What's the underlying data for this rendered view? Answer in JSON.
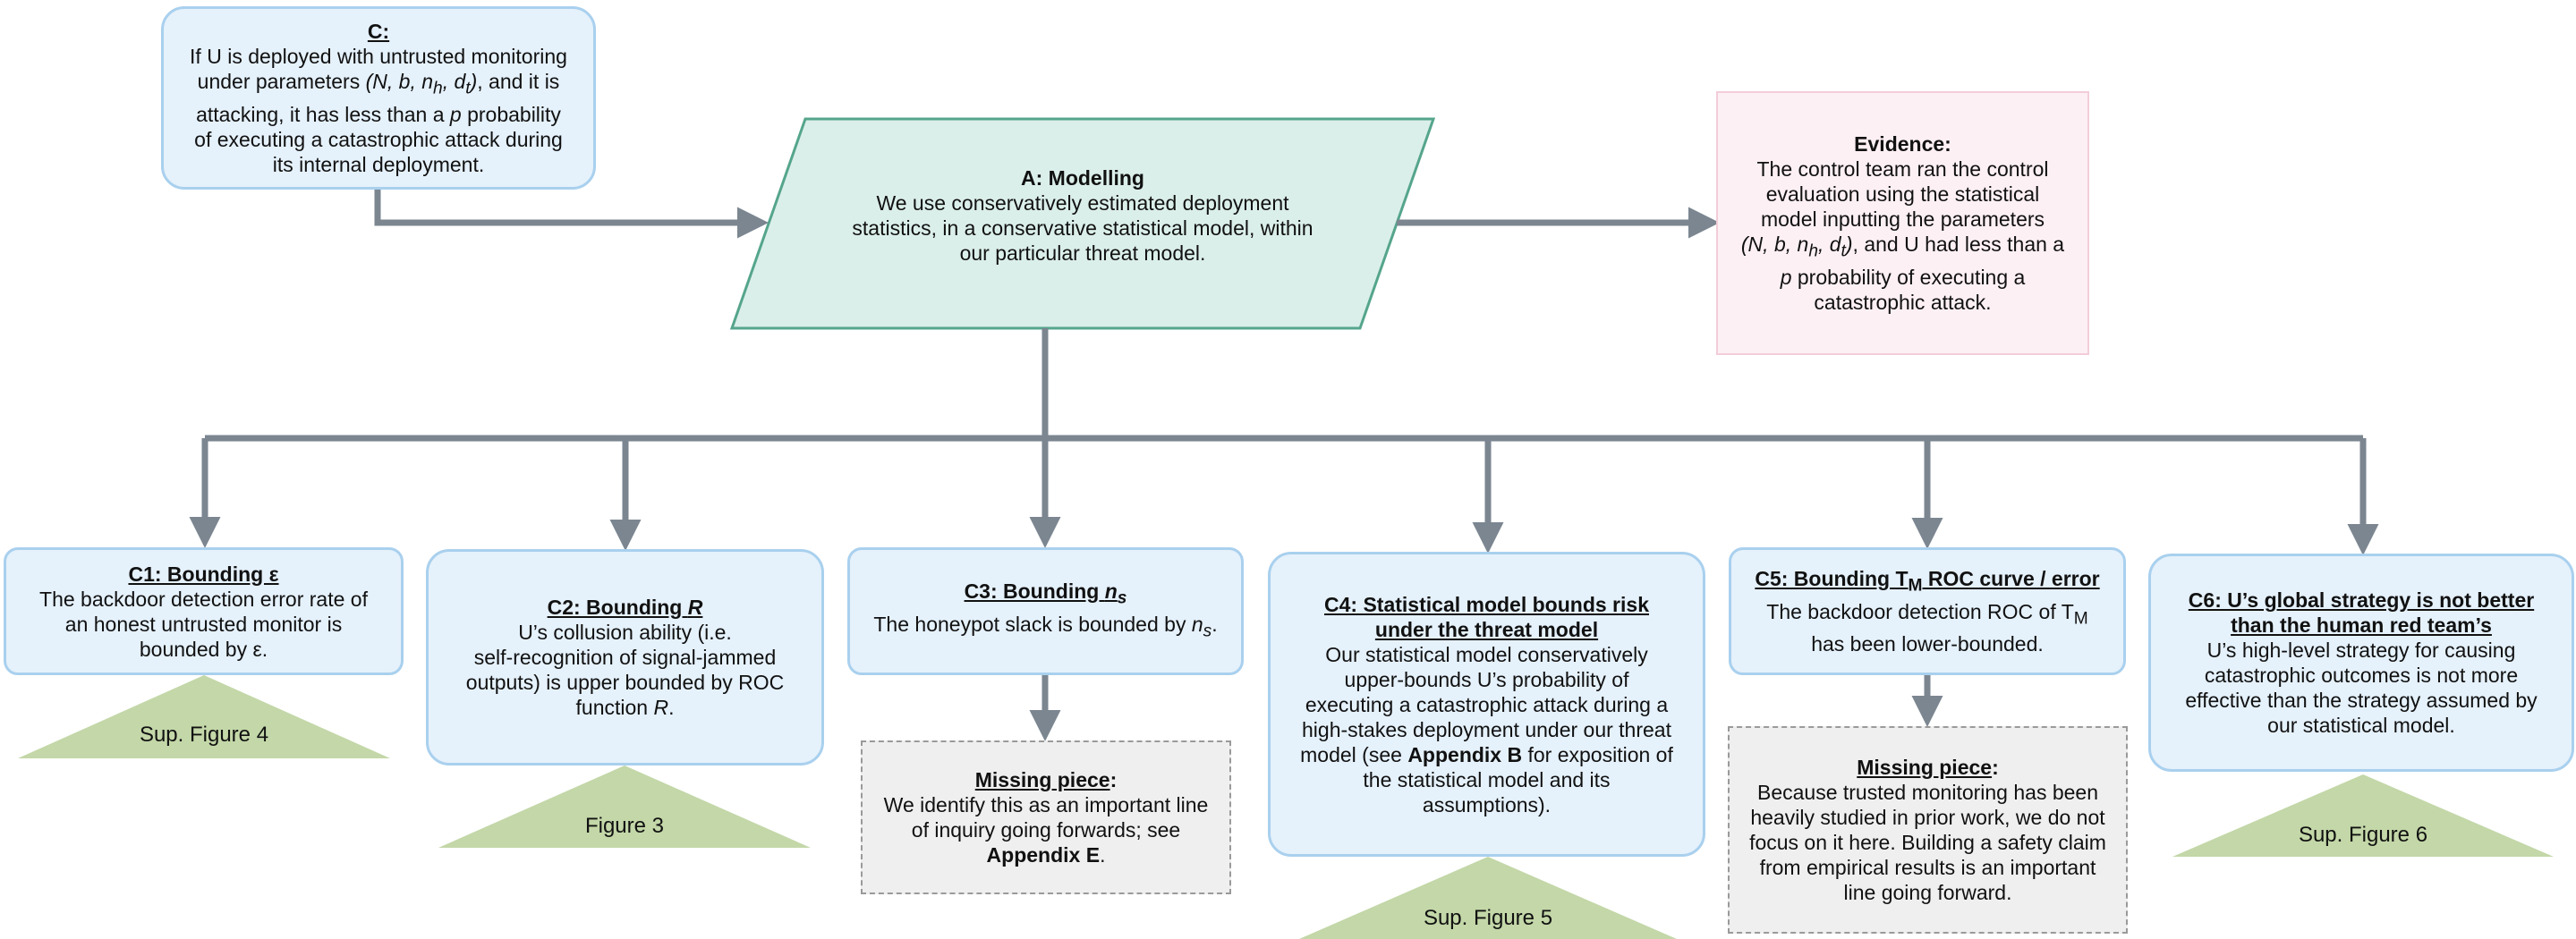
{
  "colors": {
    "blue_fill": "#e5f1fb",
    "blue_border": "#a9d0ee",
    "teal_fill": "#dbefea",
    "teal_border": "#55a58c",
    "pink_fill": "#fdf0f4",
    "pink_border": "#f2cdd8",
    "gray_fill": "#efefef",
    "green_triangle": "#c3d7a8",
    "arrow": "#7b8691"
  },
  "claim": {
    "title": "C:",
    "l1": "If U is deployed with untrusted monitoring",
    "l2a": "under parameters ",
    "l2b": "(N, b, n",
    "l2c": "h",
    "l2d": ", d",
    "l2e": "t",
    "l2f": ")",
    "l2g": ", and it is",
    "l3a": "attacking, it has less than a ",
    "l3b": "p",
    "l3c": " probability",
    "l4": "of executing a catastrophic attack during",
    "l5": "its internal deployment."
  },
  "argument": {
    "title": "A: Modelling",
    "l1": "We use conservatively estimated deployment",
    "l2": "statistics, in a conservative statistical model, within",
    "l3": "our particular threat model."
  },
  "evidence": {
    "title": "Evidence:",
    "l1": "The control team ran the control",
    "l2": "evaluation using the statistical",
    "l3": "model inputting the parameters",
    "l4a": "(N, b, n",
    "l4b": "h",
    "l4c": ", d",
    "l4d": "t",
    "l4e": ")",
    "l4f": ", and U had less than a",
    "l5a": "p",
    "l5b": " probability of executing a",
    "l6": "catastrophic attack."
  },
  "c1": {
    "title": "C1: Bounding ε",
    "l1": "The backdoor detection error rate of",
    "l2": "an honest untrusted monitor is",
    "l3": "bounded by ε.",
    "tri": "Sup. Figure 4"
  },
  "c2": {
    "title_a": "C2: Bounding ",
    "title_b": "R",
    "l1": "U’s collusion ability (i.e.",
    "l2": "self-recognition of signal-jammed",
    "l3": "outputs) is upper bounded by ROC",
    "l4": "function ",
    "l4b": "R",
    "l4c": ".",
    "tri": "Figure 3"
  },
  "c3": {
    "title_a": "C3: Bounding ",
    "title_b": "n",
    "title_c": "s",
    "l1a": "The honeypot slack is bounded by ",
    "l1b": "n",
    "l1c": "s",
    "l1d": "."
  },
  "missing1": {
    "title": "Missing piece",
    "colon": ":",
    "l1": "We identify this as an important line",
    "l2": "of inquiry going forwards; see",
    "l3": "Appendix E",
    "l3b": "."
  },
  "c4": {
    "title1": "C4: Statistical model bounds risk",
    "title2": "under the threat model",
    "l1": "Our statistical model conservatively",
    "l2": "upper-bounds U’s probability of",
    "l3": "executing a catastrophic attack during a",
    "l4": "high-stakes deployment under our threat",
    "l5a": "model (see ",
    "l5b": "Appendix B",
    "l5c": " for exposition of",
    "l6": "the statistical model and its",
    "l7": "assumptions).",
    "tri": "Sup. Figure 5"
  },
  "c5": {
    "title_a": "C5: Bounding T",
    "title_b": "M",
    "title_c": " ROC curve / error",
    "l1a": "The backdoor detection ROC of T",
    "l1b": "M",
    "l2": "has been lower-bounded."
  },
  "missing2": {
    "title": "Missing piece",
    "colon": ":",
    "l1": "Because trusted monitoring has been",
    "l2": "heavily studied in prior work, we do not",
    "l3": "focus on it here. Building a safety claim",
    "l4": "from empirical results is an important",
    "l5": "line going forward."
  },
  "c6": {
    "title1": "C6: U’s global strategy is not better",
    "title2": "than the human red team’s",
    "l1": "U’s high-level strategy for causing",
    "l2": "catastrophic outcomes is not more",
    "l3": "effective than the strategy assumed by",
    "l4": "our statistical model.",
    "tri": "Sup. Figure 6"
  }
}
